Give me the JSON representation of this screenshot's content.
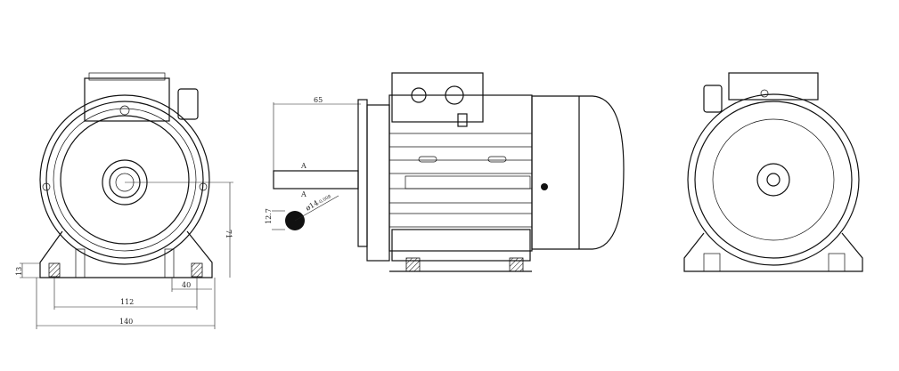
{
  "drawing": {
    "title": "Motor outline dimension drawing",
    "front_view": {
      "dimensions": {
        "foot_thickness": "13",
        "shaft_height": "71",
        "foot_hole_edge": "40",
        "foot_hole_spacing": "112",
        "foot_width": "140"
      }
    },
    "side_view": {
      "dimensions": {
        "shaft_length": "65",
        "section_mark_top": "A",
        "section_mark_bottom": "A",
        "shaft_diameter": "ø14",
        "shaft_tolerance": "-0.008",
        "key_height": "12.7"
      }
    },
    "rear_view": {}
  }
}
